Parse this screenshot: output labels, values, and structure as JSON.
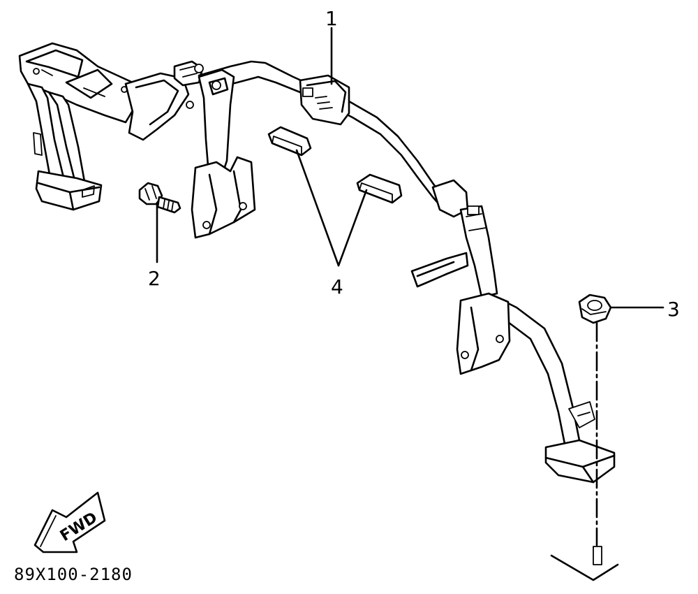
{
  "diagram": {
    "callouts": [
      {
        "id": "1",
        "label": "1"
      },
      {
        "id": "2",
        "label": "2"
      },
      {
        "id": "3",
        "label": "3"
      },
      {
        "id": "4",
        "label": "4"
      }
    ],
    "fwd_label": "FWD",
    "part_code": "89X100-2180"
  }
}
